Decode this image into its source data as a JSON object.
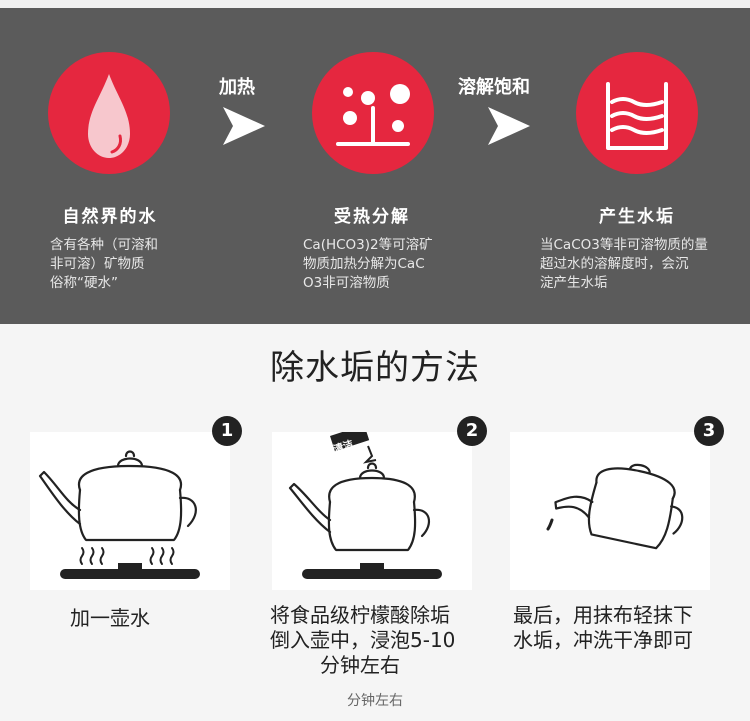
{
  "process": {
    "stages": [
      {
        "icon": "water-drop-icon",
        "title": "自然界的水",
        "desc": [
          "含有各种（可溶和",
          "非可溶）矿物质",
          "俗称“硬水”"
        ]
      },
      {
        "icon": "molecule-decompose-icon",
        "title": "受热分解",
        "desc": [
          "Ca(HCO3)2等可溶矿",
          "物质加热分解为CaC",
          "O3非可溶物质"
        ]
      },
      {
        "icon": "scale-container-icon",
        "title": "产生水垢",
        "desc": [
          "当CaCO3等非可溶物质的量",
          "超过水的溶解度时，会沉",
          "淀产生水垢"
        ]
      }
    ],
    "arrows": [
      {
        "label": "加热",
        "icon": "arrow-right-icon"
      },
      {
        "label": "溶解饱和",
        "icon": "arrow-right-icon"
      }
    ],
    "accent_color": "#e5273f",
    "band_color": "#5b5b5b"
  },
  "method": {
    "heading": "除水垢的方法",
    "steps": [
      {
        "number": "1",
        "text": [
          "加一壶水"
        ]
      },
      {
        "number": "2",
        "text": [
          "将食品级柠檬酸除垢",
          "倒入壶中，浸泡5-10",
          "分钟左右"
        ],
        "packet_label": "清洁"
      },
      {
        "number": "3",
        "text": [
          "最后，用抹布轻抹下",
          "水垢，冲洗干净即可"
        ]
      }
    ],
    "footer_note": "分钟左右"
  }
}
